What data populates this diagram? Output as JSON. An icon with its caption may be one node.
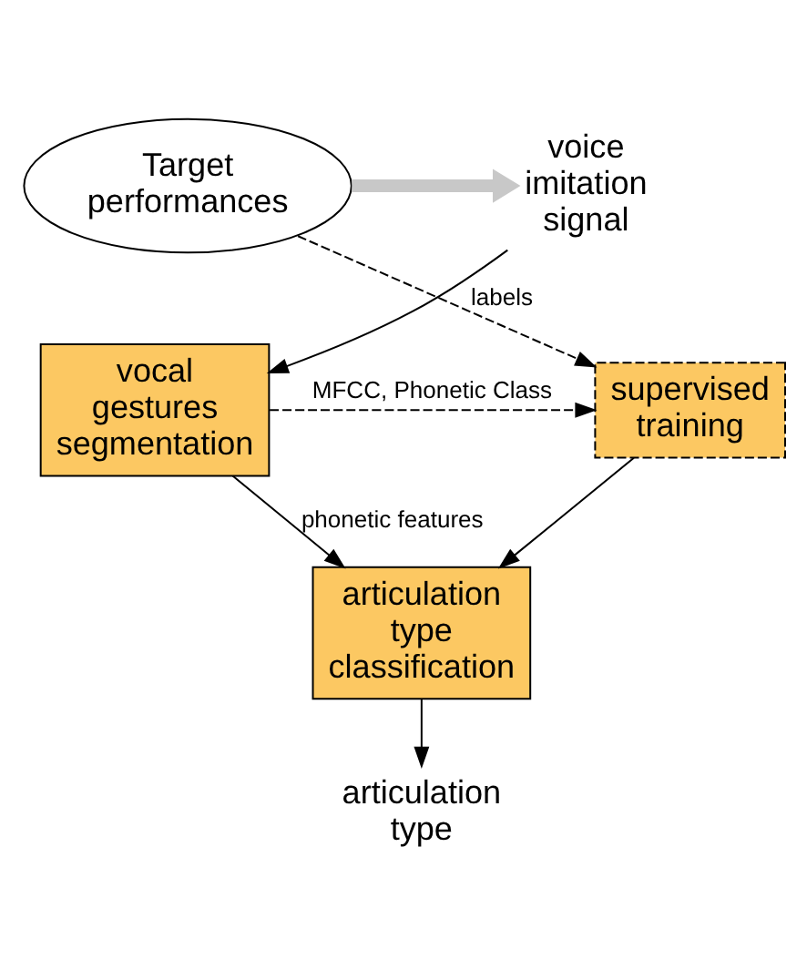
{
  "diagram": {
    "nodes": [
      {
        "text": [
          "voice imitation signal"
        ]
      },
      {
        "text": [
          "Target performances"
        ]
      },
      {
        "text": [
          "vocal gestures segmentation"
        ]
      },
      {
        "text": [
          "supervised training"
        ]
      },
      {
        "text": [
          "articulation type classification"
        ]
      },
      {
        "text": [
          "articulation type"
        ]
      }
    ],
    "edges": [
      {
        "from": 1,
        "to": 0,
        "arrow": "to",
        "style": "thick",
        "color": "#c8c8c8"
      },
      {
        "from": 0,
        "to": 2,
        "arrow": "to"
      },
      {
        "from": 1,
        "to": 3,
        "arrow": "to",
        "style": "dashed",
        "label": "labels"
      },
      {
        "from": 2,
        "to": 4,
        "arrow": "to",
        "label": "phonetic features"
      },
      {
        "from": 2,
        "to": 3,
        "arrow": "to",
        "style": "dashed",
        "label": "MFCC, Phonetic Class"
      },
      {
        "from": 3,
        "to": 4,
        "arrow": "to"
      },
      {
        "from": 4,
        "to": 5,
        "arrow": "to"
      }
    ]
  }
}
